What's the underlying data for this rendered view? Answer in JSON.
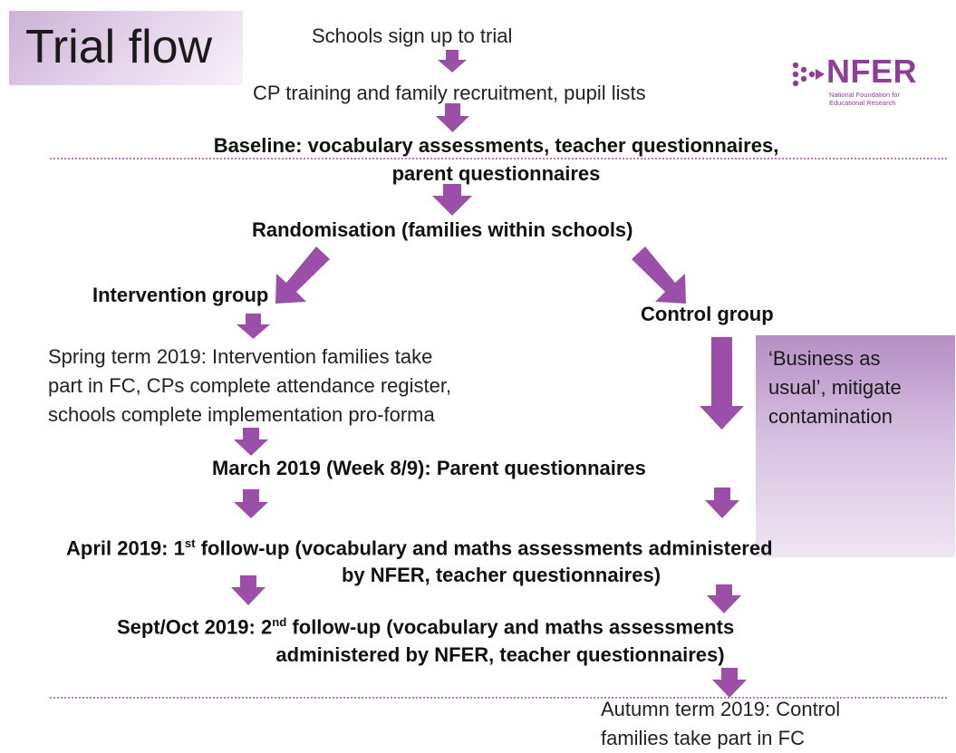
{
  "header": {
    "title": "Trial flow",
    "logo": {
      "icon": "dots-arrow-icon",
      "name": "NFER",
      "subtitle_line1": "National Foundation for",
      "subtitle_line2": "Educational Research"
    }
  },
  "flow": {
    "step_signup": "Schools sign up to trial",
    "step_training": "CP training and family recruitment, pupil lists",
    "step_baseline_line1": "Baseline: vocabulary assessments, teacher questionnaires,",
    "step_baseline_line2": "parent questionnaires",
    "step_randomisation": "Randomisation (families within schools)",
    "intervention_group": "Intervention group",
    "control_group": "Control group",
    "spring_line1": "Spring term 2019: Intervention families take",
    "spring_line2": "part in FC, CPs complete attendance register,",
    "spring_line3": "schools complete implementation pro-forma",
    "business_line1": "‘Business as",
    "business_line2": "usual’, mitigate",
    "business_line3": "contamination",
    "march": "March 2019 (Week 8/9): Parent questionnaires",
    "april_prefix": "April 2019: 1",
    "april_sup": "st",
    "april_rest": " follow-up (vocabulary and maths assessments administered",
    "april_line2": "by NFER, teacher questionnaires)",
    "sept_prefix": "Sept/Oct 2019: 2",
    "sept_sup": "nd",
    "sept_rest": " follow-up (vocabulary and maths assessments",
    "sept_line2": "administered by NFER, teacher questionnaires)",
    "autumn_line1": "Autumn term 2019: Control",
    "autumn_line2": "families take part in FC"
  },
  "colors": {
    "arrow": "#9b4fa8",
    "accent": "#8e3f97",
    "dotted_line": "#b57cc5"
  }
}
